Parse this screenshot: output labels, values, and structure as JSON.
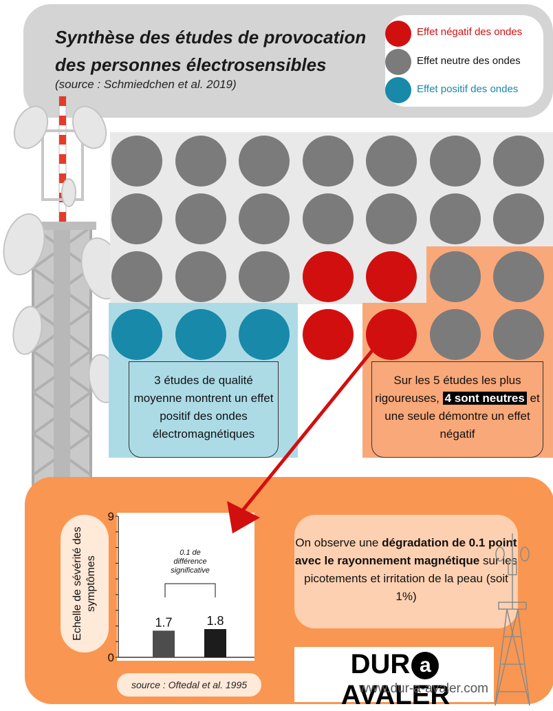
{
  "header": {
    "title_line1": "Synthèse des études de provocation",
    "title_line2": "des personnes électrosensibles",
    "source": "(source : Schmiedchen et al. 2019)"
  },
  "legend": [
    {
      "label": "Effet négatif des ondes",
      "color": "#d20f0f"
    },
    {
      "label": "Effet neutre des ondes",
      "color": "#7b7b7b"
    },
    {
      "label": "Effet positif des ondes",
      "color": "#1889a9"
    }
  ],
  "grid": {
    "rows": [
      [
        "neutral",
        "neutral",
        "neutral",
        "neutral",
        "neutral",
        "neutral",
        "neutral"
      ],
      [
        "neutral",
        "neutral",
        "neutral",
        "neutral",
        "neutral",
        "neutral",
        "neutral"
      ],
      [
        "neutral",
        "neutral",
        "neutral",
        "negative",
        "negative",
        "neutral",
        "neutral"
      ],
      [
        "positive",
        "positive",
        "positive",
        "negative",
        "negative",
        "neutral",
        "neutral"
      ]
    ]
  },
  "captions": {
    "blue": "3 études de qualité moyenne montrent un effet positif des ondes électromagnétiques",
    "orange_part1": "Sur les 5 études les plus rigoureuses,",
    "orange_highlight": "4 sont neutres",
    "orange_part2": "et une seule démontre un effet négatif"
  },
  "chart_data": {
    "type": "bar",
    "categories": [
      "",
      ""
    ],
    "values": [
      1.7,
      1.8
    ],
    "data_labels": [
      "1.7",
      "1.8"
    ],
    "colors": [
      "#4d4d4d",
      "#1c1c1c"
    ],
    "ylabel": "Echelle de sévérité des symptômes",
    "ylim": [
      0,
      9
    ],
    "ytick_labels": [
      "0",
      "9"
    ],
    "annotation": "0.1 de différence significative",
    "annotation_lines": [
      "0.1 de",
      "différence",
      "significative"
    ],
    "source": "source : Oftedal et al. 1995"
  },
  "observation": {
    "part1": "On observe une ",
    "bold": "dégradation de 0.1 point avec le rayonnement magnétique",
    "part2": " sur les picotements et irritation de la peau (soit 1%)"
  },
  "brand": {
    "name_left": "DUR",
    "name_mid": "a",
    "name_right": "AVALER",
    "url": "www.dur-a-avaler.com"
  },
  "colors": {
    "negative": "#d20f0f",
    "neutral": "#7b7b7b",
    "positive": "#1889a9",
    "orange": "#f99651"
  }
}
